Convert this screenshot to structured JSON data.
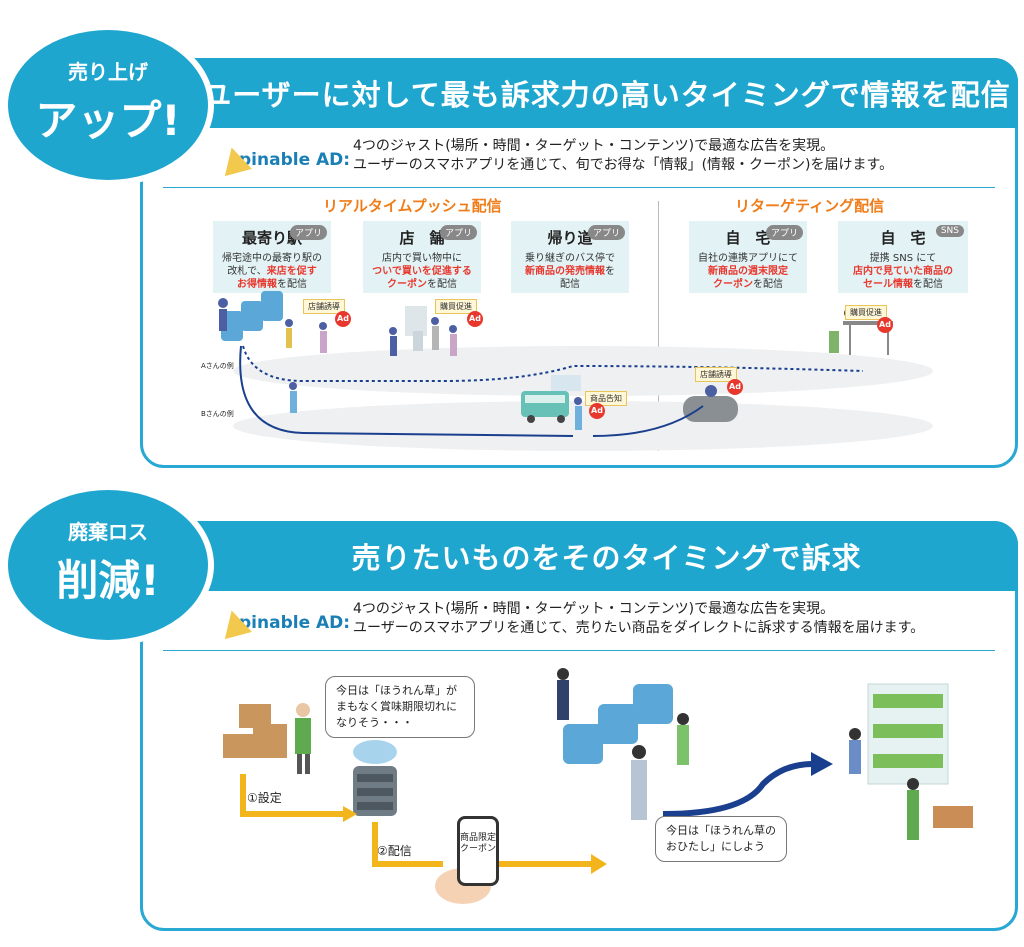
{
  "section1": {
    "badge_line1": "売り上げ",
    "badge_line2": "アップ!",
    "header": "ユーザーに対して最も訴求力の高いタイミングで情報を配信",
    "brand": "pinable AD:",
    "desc_line1": "4つのジャスト(場所・時間・ターゲット・コンテンツ)で最適な広告を実現。",
    "desc_line2": "ユーザーのスマホアプリを通じて、旬でお得な「情報」(情報・クーポン)を届けます。",
    "realtime_title": "リアルタイムプッシュ配信",
    "retarget_title": "リターゲティング配信",
    "cards": [
      {
        "title": "最寄り駅",
        "tag": "アプリ",
        "desc1": "帰宅途中の最寄り駅の",
        "desc2": "改札で、",
        "hl1": "来店を促す",
        "hl2": "お得情報",
        "desc3": "を配信"
      },
      {
        "title": "店　舗",
        "tag": "アプリ",
        "desc1": "店内で買い物中に",
        "hl1": "ついで買いを促進する",
        "hl2": "クーポン",
        "desc3": "を配信"
      },
      {
        "title": "帰り道",
        "tag": "アプリ",
        "desc1": "乗り継ぎのバス停で",
        "hl1": "新商品の発売情報",
        "desc3": "を",
        "desc4": "配信"
      },
      {
        "title": "自　宅",
        "tag": "アプリ",
        "desc1": "自社の連携アプリにて",
        "hl1": "新商品の週末限定",
        "hl2": "クーポン",
        "desc3": "を配信"
      },
      {
        "title": "自　宅",
        "tag": "SNS",
        "desc1": "提携 SNS にて",
        "hl1": "店内で見ていた商品の",
        "hl2": "セール情報",
        "desc3": "を配信"
      }
    ],
    "tags": [
      "店舗誘導",
      "購買促進",
      "商品告知",
      "店舗誘導",
      "購買促進"
    ],
    "ad": "Ad",
    "person_a": "Aさんの例",
    "person_b": "Bさんの例"
  },
  "section2": {
    "badge_line1": "廃棄ロス",
    "badge_line2": "削減!",
    "header": "売りたいものをそのタイミングで訴求",
    "brand": "pinable AD:",
    "desc_line1": "4つのジャスト(場所・時間・ターゲット・コンテンツ)で最適な広告を実現。",
    "desc_line2": "ユーザーのスマホアプリを通じて、売りたい商品をダイレクトに訴求する情報を届けます。",
    "speech1_l1": "今日は「ほうれん草」が",
    "speech1_l2": "まもなく賞味期限切れに",
    "speech1_l3": "なりそう・・・",
    "speech2_l1": "今日は「ほうれん草の",
    "speech2_l2": "おひたし」にしよう",
    "step1": "①設定",
    "step2": "②配信",
    "phone_l1": "商品限定",
    "phone_l2": "クーポン"
  },
  "colors": {
    "accent": "#1ea6cf",
    "orange": "#ef7d1a",
    "red": "#e8382e",
    "navy": "#1b3f8f",
    "yellow": "#f2b51c"
  }
}
